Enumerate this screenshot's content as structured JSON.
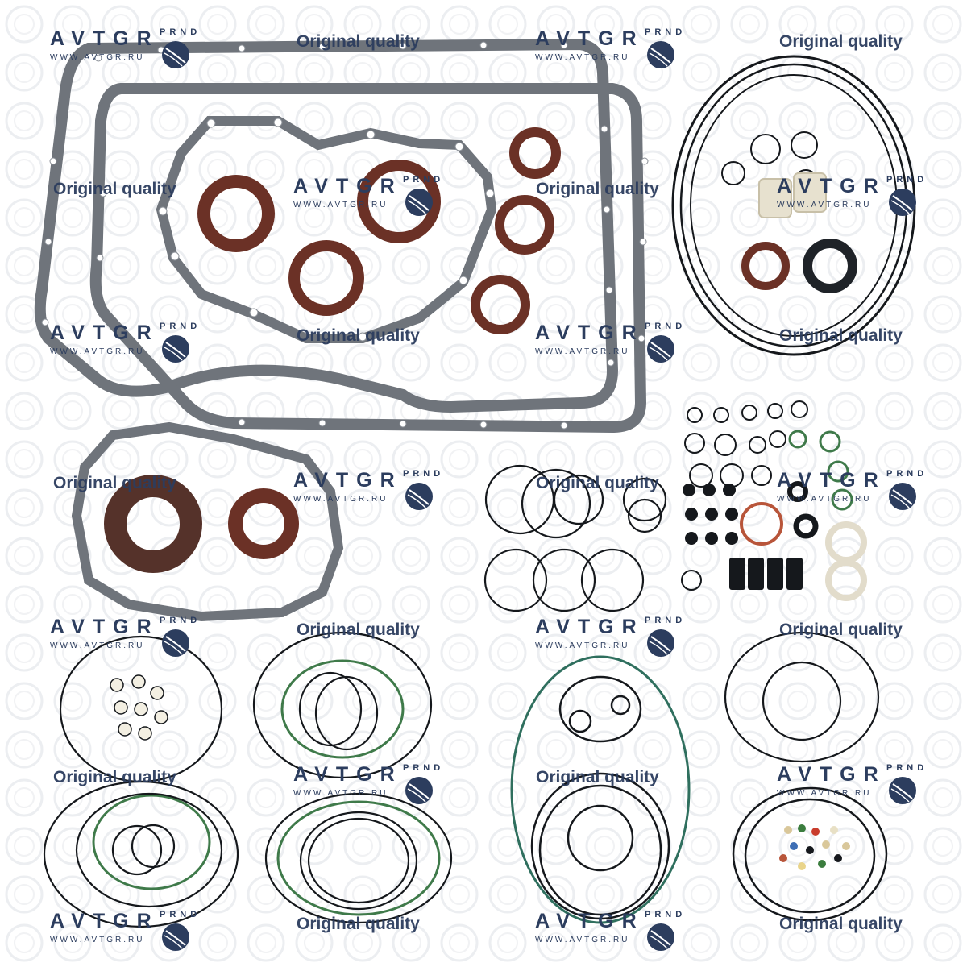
{
  "watermark": {
    "brand": "AVTGR",
    "url": "WWW.AVTGR.RU",
    "badge": "PRND",
    "tagline": "Original quality"
  },
  "colors": {
    "gasket": "#6f747b",
    "seal_brown": "#6b3126",
    "oring_black": "#15181c",
    "oring_green": "#3f7a4a",
    "oring_teal": "#2f6f5e",
    "sleeve_cream": "#e7e1cf",
    "accent_orange": "#b8553a",
    "watermark_navy": "#2c3d5e"
  },
  "icons": [
    "avtgr-globe-icon"
  ]
}
